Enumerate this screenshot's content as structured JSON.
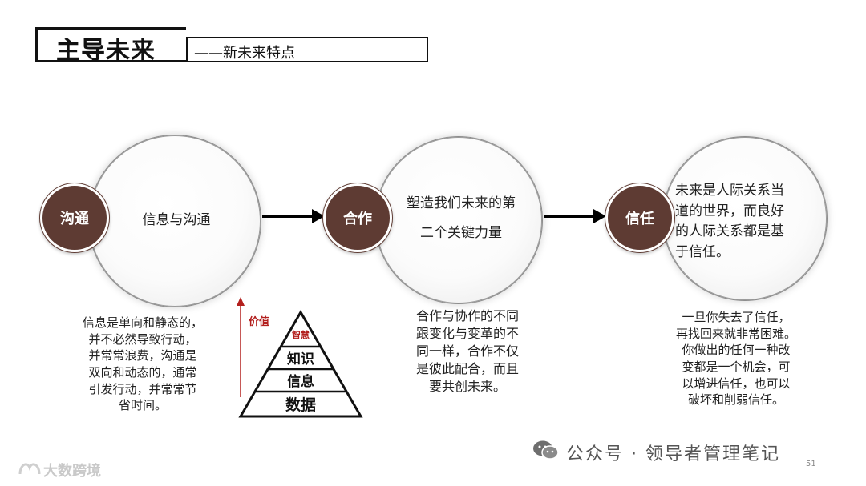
{
  "header": {
    "title": "主导未来",
    "subtitle": "——新未来特点"
  },
  "stages": [
    {
      "label": "沟通",
      "circle_lines": [
        "信息与沟通"
      ],
      "description": [
        "信息是单向和静态的，",
        "并不必然导致行动，",
        "并常常浪费，沟通是",
        "双向和动态的，通常",
        "引发行动，并常常节",
        "省时间。"
      ]
    },
    {
      "label": "合作",
      "circle_lines": [
        "塑造我们未来的第",
        "二个关键力量"
      ],
      "description": [
        "合作与协作的不同",
        "跟变化与变革的不",
        "同一样，合作不仅",
        "是彼此配合，而且",
        "要共创未来。"
      ]
    },
    {
      "label": "信任",
      "circle_lines": [
        "未来是人际关系当",
        "道的世界，而良好",
        "的人际关系都是基",
        "于信任。"
      ],
      "description": [
        "一旦你失去了信任，",
        "再找回来就非常困难。",
        "你做出的任何一种改",
        "变都是一个机会，可",
        "以增进信任，也可以",
        "破坏和削弱信任。"
      ]
    }
  ],
  "pyramid": {
    "axis_label": "价值",
    "levels": [
      "智慧",
      "知识",
      "信息",
      "数据"
    ]
  },
  "footer": {
    "wechat": "公众号 · 领导者管理笔记",
    "page_number": "51",
    "watermark": "大数跨境"
  },
  "colors": {
    "accent": "#5e3b33",
    "value_red": "#b3201e"
  }
}
